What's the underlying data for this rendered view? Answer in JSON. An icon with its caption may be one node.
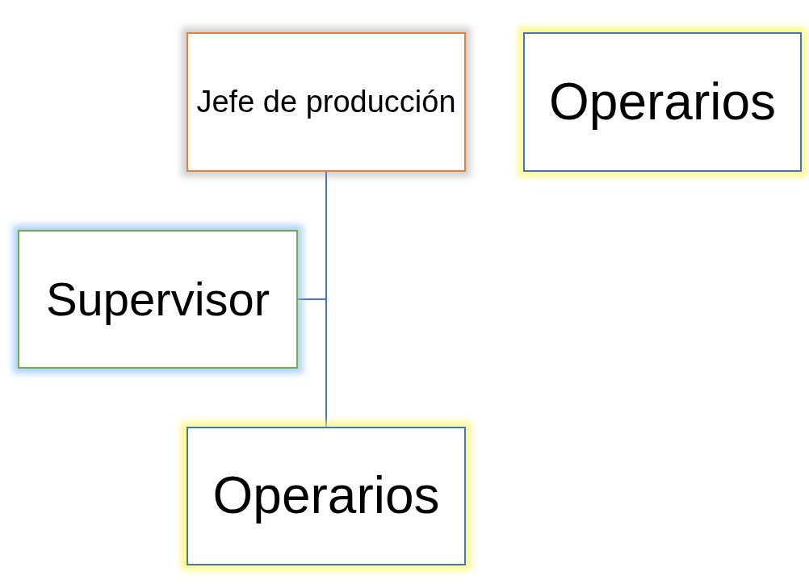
{
  "diagram": {
    "nodes": [
      {
        "text": [
          "Jefe de producción"
        ]
      },
      {
        "text": [
          "Operarios"
        ]
      },
      {
        "text": [
          "Supervisor"
        ]
      },
      {
        "text": [
          "Operarios"
        ]
      }
    ],
    "edges": [
      {
        "from": 0,
        "to": 3,
        "arrow": "none"
      },
      {
        "from": 0,
        "to": 2,
        "arrow": "none"
      }
    ]
  }
}
